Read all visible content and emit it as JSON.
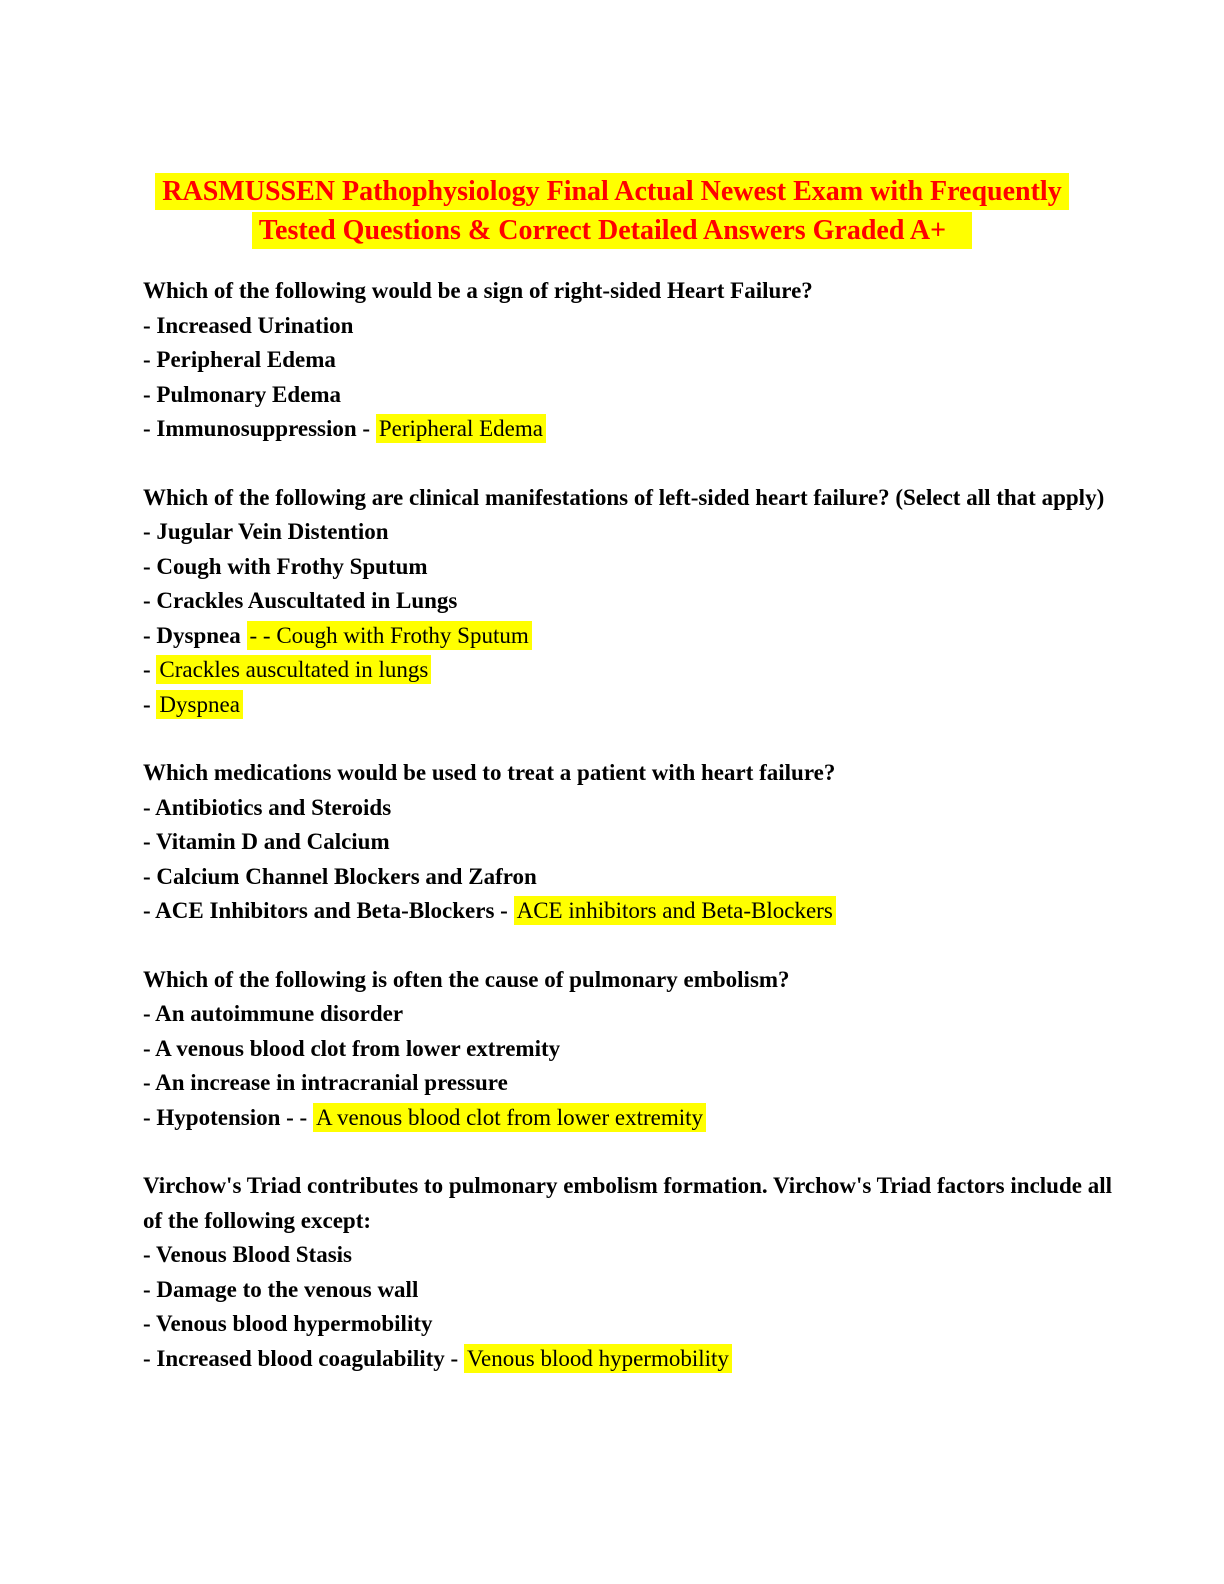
{
  "colors": {
    "highlight": "#ffff00",
    "title_text": "#ff0000",
    "body_text": "#000000",
    "page_background": "#ffffff"
  },
  "title": {
    "line1": "RASMUSSEN Pathophysiology Final Actual Newest Exam with Frequently",
    "line2": "Tested Questions & Correct Detailed Answers Graded A+"
  },
  "questions": [
    {
      "question": "Which of the following would be a sign of right-sided Heart Failure?",
      "options": [
        {
          "text": "- Increased Urination"
        },
        {
          "text": "- Peripheral Edema"
        },
        {
          "text": "- Pulmonary Edema"
        },
        {
          "text": "- Immunosuppression - ",
          "answer": "Peripheral Edema"
        }
      ]
    },
    {
      "question": "Which of the following are clinical manifestations of left-sided heart failure? (Select all that apply)",
      "options": [
        {
          "text": "- Jugular Vein Distention"
        },
        {
          "text": "- Cough with Frothy Sputum"
        },
        {
          "text": "- Crackles Auscultated in Lungs"
        },
        {
          "text": "- Dyspnea ",
          "answer": "- - Cough with Frothy Sputum"
        },
        {
          "text": "- ",
          "answer": "Crackles auscultated in lungs"
        },
        {
          "text": "- ",
          "answer": "Dyspnea"
        }
      ]
    },
    {
      "question": "Which medications would be used to treat a patient with heart failure?",
      "options": [
        {
          "text": "- Antibiotics and Steroids"
        },
        {
          "text": "- Vitamin D and Calcium"
        },
        {
          "text": "- Calcium Channel Blockers and Zafron"
        },
        {
          "text": "- ACE Inhibitors and Beta-Blockers - ",
          "answer": "ACE inhibitors and Beta-Blockers"
        }
      ]
    },
    {
      "question": "Which of the following is often the cause of pulmonary embolism?",
      "options": [
        {
          "text": "- An autoimmune disorder"
        },
        {
          "text": "- A venous blood clot from lower extremity"
        },
        {
          "text": "- An increase in intracranial pressure"
        },
        {
          "text": "- Hypotension - - ",
          "answer": "A venous blood clot from lower extremity"
        }
      ]
    },
    {
      "question": "Virchow's Triad contributes to pulmonary embolism formation. Virchow's Triad factors include all of the following except:",
      "options": [
        {
          "text": "- Venous Blood Stasis"
        },
        {
          "text": "- Damage to the venous wall"
        },
        {
          "text": "- Venous blood hypermobility"
        },
        {
          "text": "- Increased blood coagulability - ",
          "answer": "Venous blood hypermobility"
        }
      ]
    }
  ]
}
